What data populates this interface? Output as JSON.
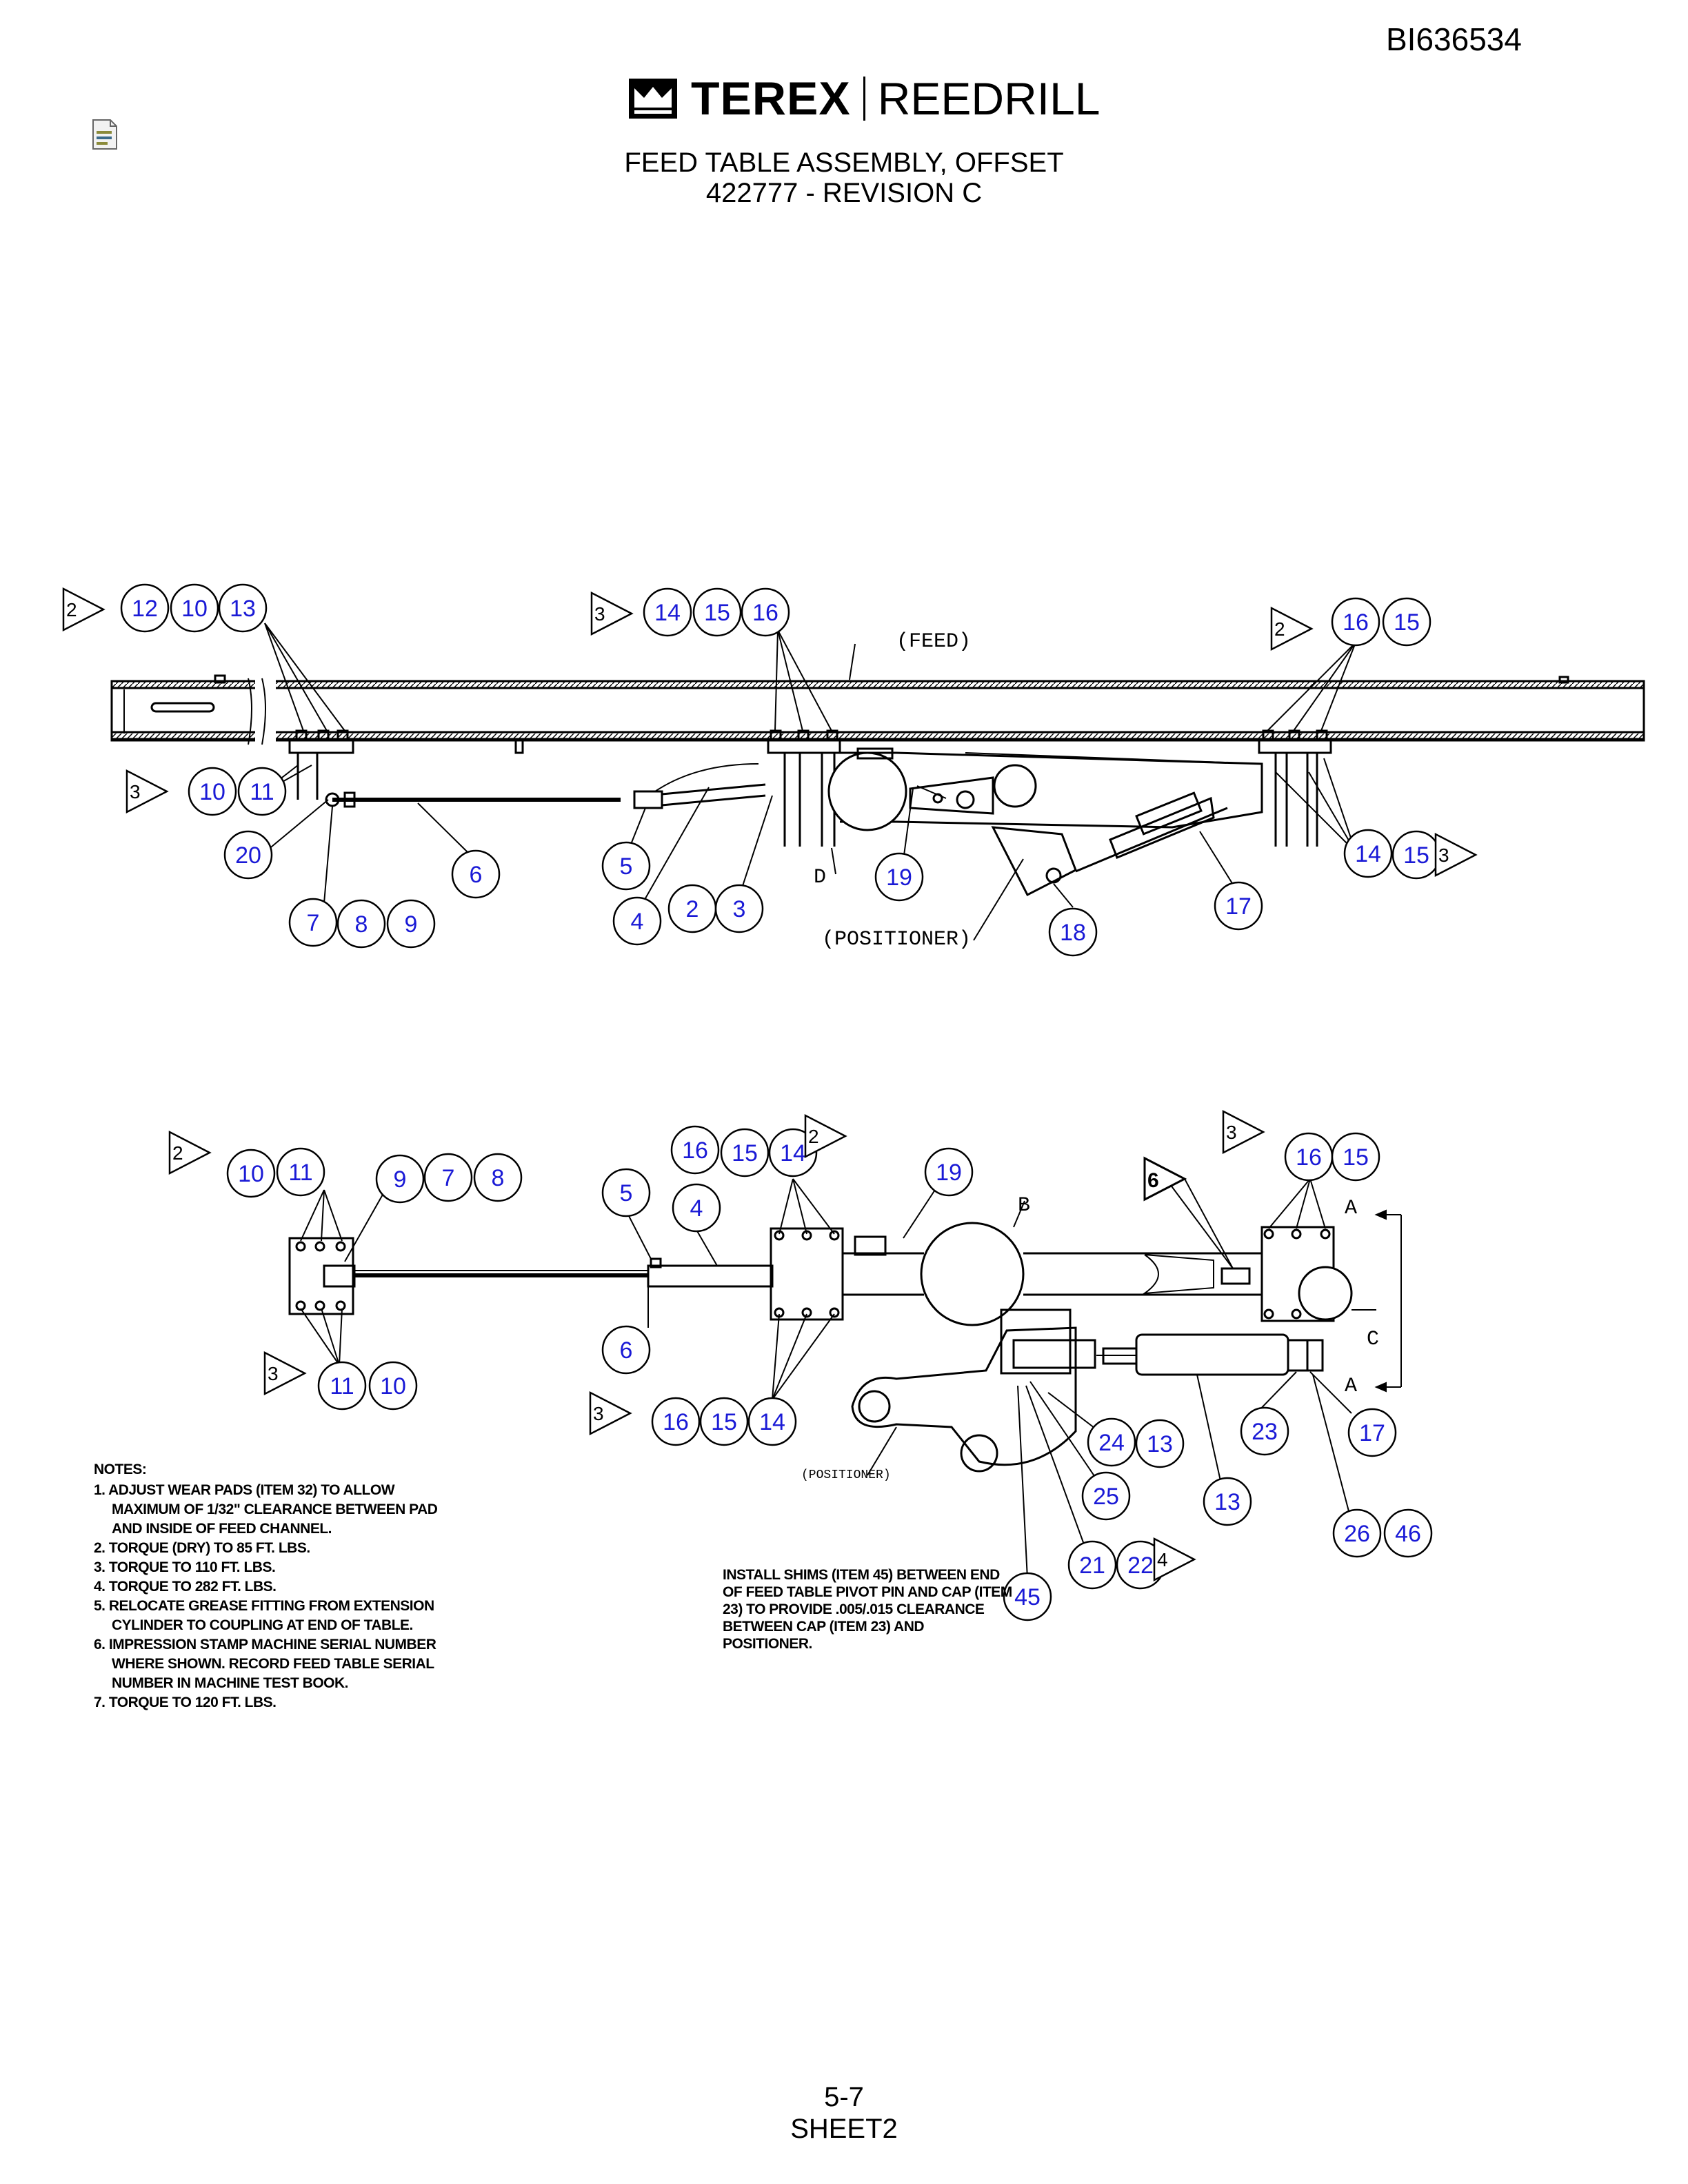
{
  "header": {
    "doc_id": "BI636534",
    "brand_left": "TEREX",
    "brand_right": "REEDRILL",
    "title_line1": "FEED TABLE ASSEMBLY, OFFSET",
    "title_line2": "422777 - REVISION C"
  },
  "top_view": {
    "labels": {
      "feed": "(FEED)",
      "positioner": "(POSITIONER)",
      "d": "D"
    },
    "balloons": [
      "12",
      "10",
      "13",
      "14",
      "15",
      "16",
      "16",
      "15",
      "10",
      "11",
      "20",
      "6",
      "7",
      "8",
      "9",
      "5",
      "4",
      "2",
      "3",
      "19",
      "18",
      "17",
      "14",
      "15"
    ],
    "flags": [
      "2",
      "3",
      "3",
      "2",
      "3"
    ]
  },
  "bottom_view": {
    "labels": {
      "positioner": "(POSITIONER)",
      "b": "B",
      "c": "C",
      "a_top": "A",
      "a_bottom": "A"
    },
    "flag_six": "6",
    "balloons": [
      "10",
      "11",
      "9",
      "7",
      "8",
      "5",
      "4",
      "6",
      "16",
      "15",
      "14",
      "19",
      "16",
      "15",
      "11",
      "10",
      "16",
      "15",
      "14",
      "24",
      "13",
      "25",
      "13",
      "23",
      "17",
      "26",
      "46",
      "21",
      "22",
      "45"
    ],
    "flags": [
      "2",
      "3",
      "3",
      "2",
      "3",
      "4"
    ]
  },
  "notes": {
    "heading": "NOTES:",
    "items": [
      "1. ADJUST WEAR PADS (ITEM 32) TO ALLOW MAXIMUM OF 1/32\" CLEARANCE BETWEEN PAD AND INSIDE OF FEED CHANNEL.",
      "2. TORQUE (DRY) TO 85 FT. LBS.",
      "3. TORQUE TO 110 FT. LBS.",
      "4. TORQUE TO 282 FT. LBS.",
      "5. RELOCATE GREASE FITTING FROM EXTENSION CYLINDER TO COUPLING AT END OF TABLE.",
      "6. IMPRESSION STAMP MACHINE SERIAL NUMBER WHERE SHOWN. RECORD FEED TABLE SERIAL NUMBER IN MACHINE TEST BOOK.",
      "7. TORQUE TO 120 FT. LBS."
    ]
  },
  "install_note": "INSTALL SHIMS (ITEM 45) BETWEEN END OF FEED TABLE PIVOT PIN AND CAP (ITEM 23) TO PROVIDE .005/.015 CLEARANCE BETWEEN CAP (ITEM 23) AND POSITIONER.",
  "footer": {
    "page_number": "5-7",
    "sheet": "SHEET2"
  },
  "colors": {
    "balloon_text": "#1a1ad6",
    "line": "#000000"
  },
  "icons": {
    "doc_icon": "document-icon",
    "logo_mark": "terex-crown-logo-icon"
  }
}
